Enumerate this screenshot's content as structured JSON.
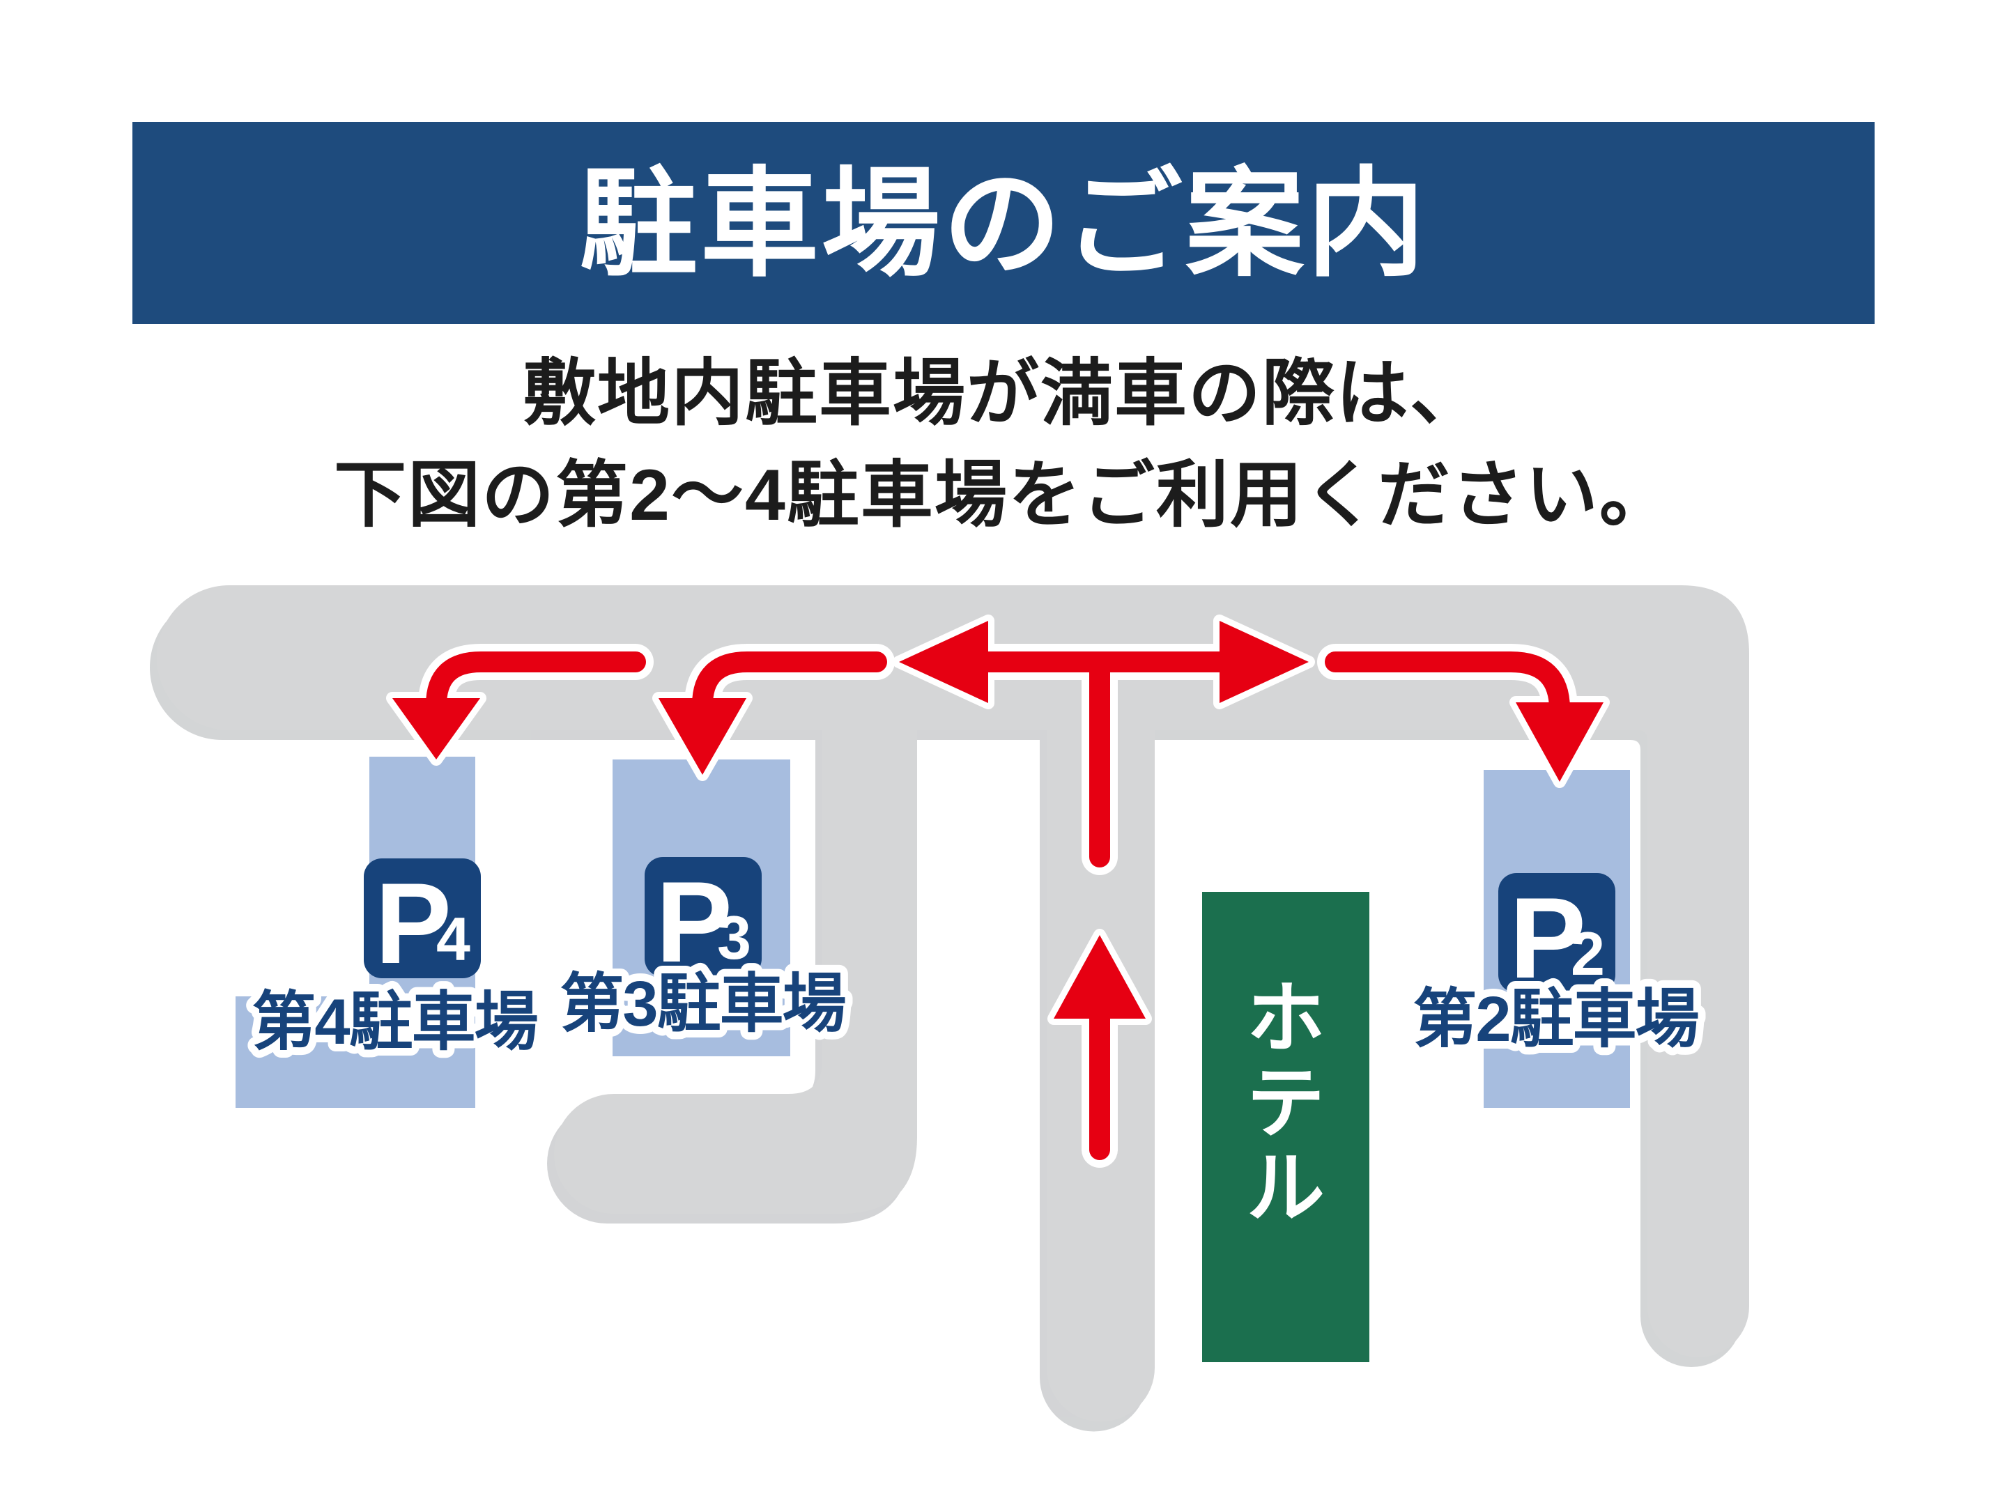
{
  "header": {
    "title": "駐車場のご案内"
  },
  "intro": {
    "line1": "敷地内駐車場が満車の際は、",
    "line2": "下図の第2〜4駐車場をご利用ください。"
  },
  "map": {
    "parkings": [
      {
        "id": "p4",
        "label": "第4駐車場",
        "badge_letter": "P",
        "badge_number": "4"
      },
      {
        "id": "p3",
        "label": "第3駐車場",
        "badge_letter": "P",
        "badge_number": "3"
      },
      {
        "id": "p2",
        "label": "第2駐車場",
        "badge_letter": "P",
        "badge_number": "2"
      }
    ],
    "hotel": {
      "label": "ホテル",
      "chars": [
        "ホ",
        "テ",
        "ル"
      ]
    }
  },
  "colors": {
    "banner_navy": "#1e4b7d",
    "badge_navy": "#17437b",
    "label_navy": "#17437b",
    "parking_blue": "#a7bddf",
    "road_gray": "#d5d6d7",
    "road_shadow_gray": "#a8abae",
    "hotel_green": "#1b6f4e",
    "route_red": "#e60012",
    "text_black": "#1c1c1c"
  }
}
